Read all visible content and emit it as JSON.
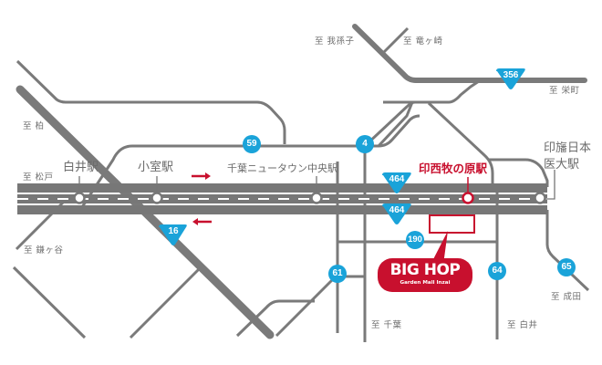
{
  "map": {
    "colors": {
      "road": "#7a7a7a",
      "railway": "#777777",
      "route_badge": "#1aa3d9",
      "accent_red": "#c8102e",
      "background": "#ffffff"
    },
    "direction_labels": {
      "abiko": "至 我孫子",
      "ryugasaki": "至 竜ヶ崎",
      "sakaemachi": "至 栄町",
      "kashiwa": "至 柏",
      "matsudo": "至 松戸",
      "kamagaya": "至 鎌ヶ谷",
      "chiba": "至 千葉",
      "shiroi": "至 白井",
      "narita": "至 成田"
    },
    "stations": {
      "shiroi": "白井駅",
      "komuro": "小室駅",
      "chiba_nt_chuo": "千葉ニュータウン中央駅",
      "inzai_makinohara": "印西牧の原駅",
      "imba_nichi_idai_line1": "印旛日本",
      "imba_nichi_idai_line2": "医大駅"
    },
    "routes": {
      "r356": "356",
      "r59": "59",
      "r4": "4",
      "r464_north": "464",
      "r464_south": "464",
      "r16": "16",
      "r190": "190",
      "r61": "61",
      "r64": "64",
      "r65": "65"
    },
    "destination": {
      "name": "BIG HOP",
      "subtitle": "Garden Mall Inzai"
    },
    "icons": {
      "eastbound_arrow": "arrow-right-icon",
      "westbound_arrow": "arrow-left-icon",
      "national_route_badge": "inverted-triangle-shield",
      "prefectural_route_badge": "circle-badge",
      "station_marker": "circle-marker"
    }
  }
}
